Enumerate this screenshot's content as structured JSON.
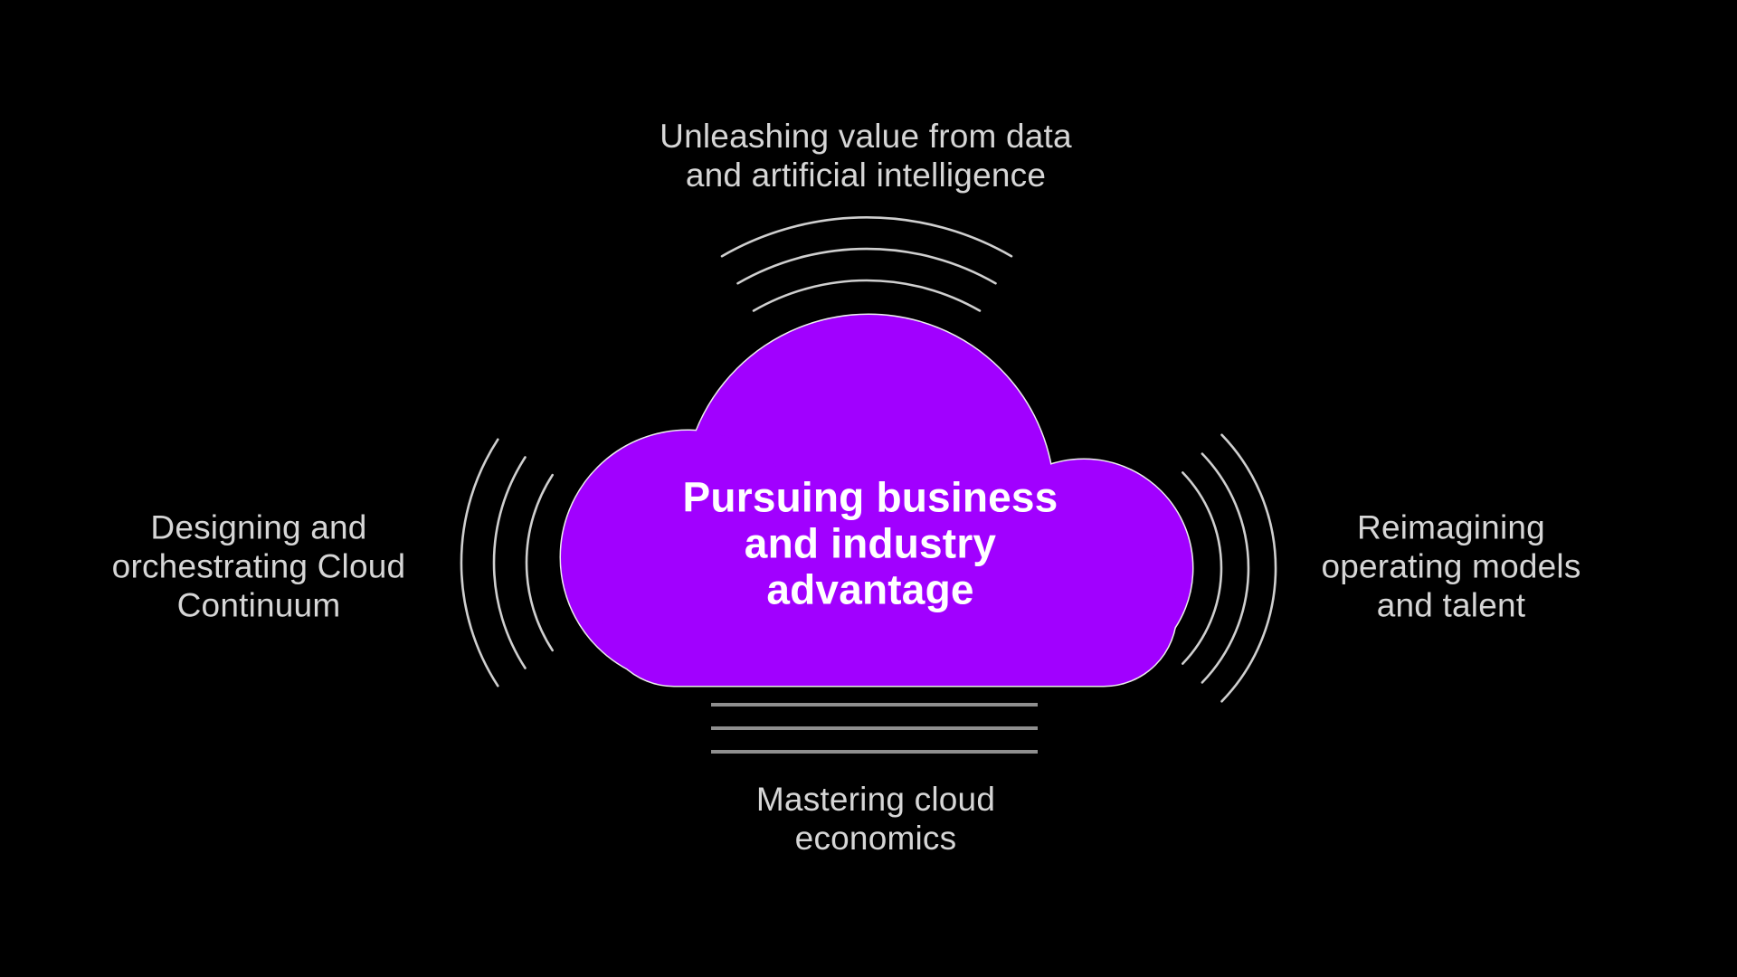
{
  "diagram": {
    "background_color": "#000000",
    "cloud": {
      "fill_color": "#A100FF",
      "outline_color": "#EDEDED",
      "text_color": "#FFFFFF",
      "title_lines": [
        "Pursuing business",
        "and industry",
        "advantage"
      ]
    },
    "labels": {
      "text_color": "#D6D6D6",
      "top": {
        "lines": [
          "Unleashing value from data",
          "and artificial intelligence"
        ]
      },
      "left": {
        "lines": [
          "Designing and",
          "orchestrating Cloud",
          "Continuum"
        ]
      },
      "right": {
        "lines": [
          "Reimagining",
          "operating models",
          "and talent"
        ]
      },
      "bottom": {
        "lines": [
          "Mastering cloud",
          "economics"
        ]
      }
    },
    "decorations": {
      "arc_color": "#CFCFCF",
      "bottom_line_color": "#8F8F8F",
      "top_arc_count": 3,
      "left_arc_count": 3,
      "right_arc_count": 3,
      "bottom_line_count": 3
    }
  }
}
